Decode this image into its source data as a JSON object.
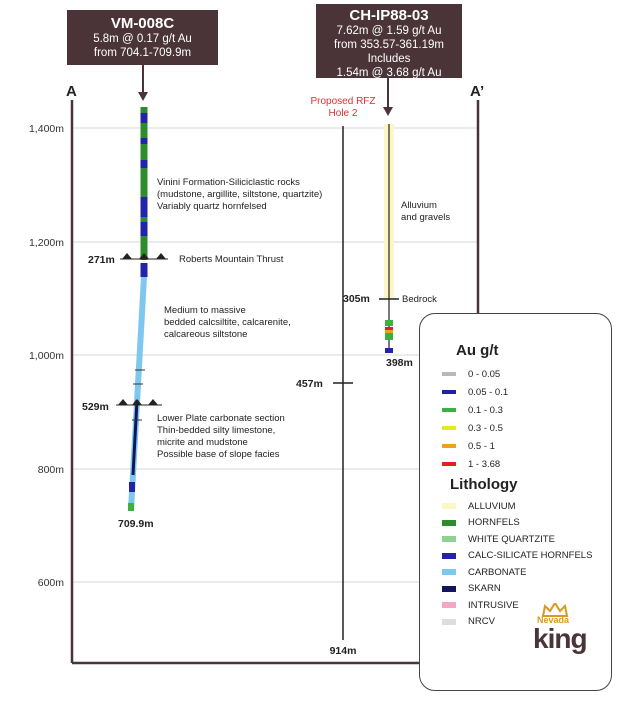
{
  "section": {
    "start_label": "A",
    "end_label": "A’",
    "elevation_labels": [
      "1,400m",
      "1,200m",
      "1,000m",
      "800m",
      "600m"
    ]
  },
  "callouts": {
    "vm008c": {
      "hole_id": "VM-008C",
      "line1": "5.8m @ 0.17 g/t Au",
      "line2": "from 704.1-709.9m"
    },
    "chip88": {
      "hole_id": "CH-IP88-03",
      "line1": "7.62m @ 1.59 g/t Au",
      "line2": "from 353.57-361.19m",
      "line3": "Includes",
      "line4": "1.54m @ 3.68 g/t Au"
    }
  },
  "proposed_hole": {
    "label_line1": "Proposed RFZ",
    "label_line2": "Hole 2",
    "label_color": "#e03030",
    "marker_457": "457m",
    "end_depth": "914m"
  },
  "vm008c_annotations": {
    "unit1_line1": "Vinini Formation-Siliciclastic rocks",
    "unit1_line2": "(mudstone, argillite, siltstone, quartzite)",
    "unit1_line3": "Variably quartz hornfelsed",
    "thrust_depth": "271m",
    "thrust_name": "Roberts Mountain Thrust",
    "unit2_line1": "Medium to massive",
    "unit2_line2": "bedded calcsiltite, calcarenite,",
    "unit2_line3": "calcareous siltstone",
    "lower_depth": "529m",
    "unit3_line1": "Lower Plate carbonate section",
    "unit3_line2": "Thin-bedded silty limestone,",
    "unit3_line3": "micrite and mudstone",
    "unit3_line4": "Possible base of slope facies",
    "end_depth": "709.9m"
  },
  "chip88_annotations": {
    "alluvium_line1": "Alluvium",
    "alluvium_line2": "and gravels",
    "bedrock_depth": "305m",
    "bedrock_label": "Bedrock",
    "end_depth": "398m"
  },
  "legend": {
    "grade_title": "Au g/t",
    "grade_items": [
      {
        "label": "0 - 0.05",
        "color": "#b8b8b8"
      },
      {
        "label": "0.05 - 0.1",
        "color": "#1f1fa8"
      },
      {
        "label": "0.1 - 0.3",
        "color": "#3cb043"
      },
      {
        "label": "0.3 - 0.5",
        "color": "#e8e820"
      },
      {
        "label": "0.5 - 1",
        "color": "#f0a020"
      },
      {
        "label": "1 - 3.68",
        "color": "#e02020"
      }
    ],
    "lith_title": "Lithology",
    "lith_items": [
      {
        "label": "ALLUVIUM",
        "color": "#fdf7c8"
      },
      {
        "label": "HORNFELS",
        "color": "#2e8b2e"
      },
      {
        "label": "WHITE QUARTZITE",
        "color": "#8fd18f"
      },
      {
        "label": "CALC-SILICATE HORNFELS",
        "color": "#2222aa"
      },
      {
        "label": "CARBONATE",
        "color": "#7ec8f0"
      },
      {
        "label": "SKARN",
        "color": "#14145a"
      },
      {
        "label": "INTRUSIVE",
        "color": "#f4a6c8"
      },
      {
        "label": "NRCV",
        "color": "#dddddd"
      }
    ]
  },
  "logo": {
    "text1": "Nevada",
    "text2": "king",
    "crown_color": "#d89a1c",
    "text_color": "#4a3438"
  }
}
